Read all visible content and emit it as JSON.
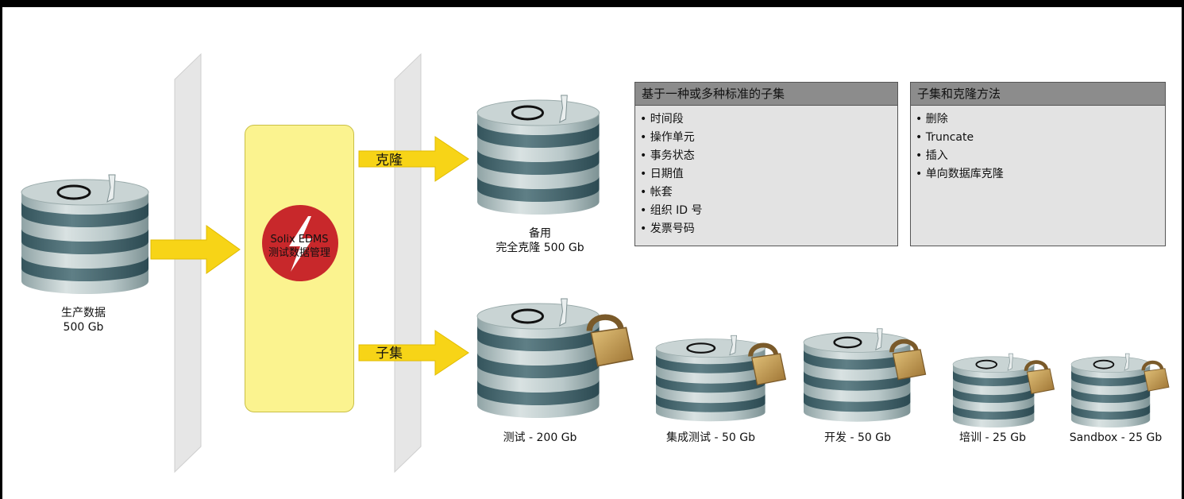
{
  "source": {
    "title": "生产数据",
    "size": "500 Gb"
  },
  "engine": {
    "title": "Solix EDMS",
    "subtitle": "测试数据管理"
  },
  "arrows": {
    "clone": "克隆",
    "subset": "子集"
  },
  "standby": {
    "title": "备用",
    "subtitle": "完全克隆 500 Gb"
  },
  "criteria": {
    "header": "基于一种或多种标准的子集",
    "items": [
      "时间段",
      "操作单元",
      "事务状态",
      "日期值",
      "帐套",
      "组织 ID 号",
      "发票号码"
    ]
  },
  "methods": {
    "header": "子集和克隆方法",
    "items": [
      "删除",
      "Truncate",
      "插入",
      "单向数据库克隆"
    ]
  },
  "targets": [
    {
      "label": "测试 - 200 Gb"
    },
    {
      "label": "集成测试 - 50 Gb"
    },
    {
      "label": "开发 - 50 Gb"
    },
    {
      "label": "培训 - 25 Gb"
    },
    {
      "label": "Sandbox - 25 Gb"
    }
  ],
  "icons": {
    "database": "database-icon",
    "lock": "padlock-icon",
    "logo": "lightning-bolt-icon"
  },
  "colors": {
    "arrow": "#f7d417",
    "box": "#fbf38f",
    "logo": "#c8282b",
    "panel_header": "#8c8c8c",
    "panel_body": "#e3e3e3"
  }
}
